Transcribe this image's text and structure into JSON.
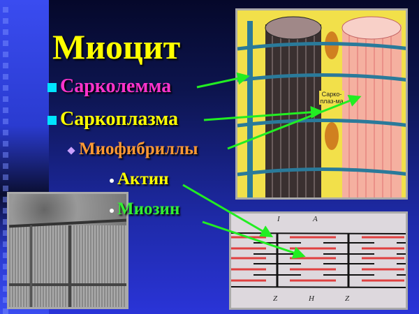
{
  "title": "Миоцит",
  "bullets": [
    {
      "text": "Сарколемма",
      "color": "#ff33cc",
      "marker": "square"
    },
    {
      "text": "Саркоплазма",
      "color": "#ffff00",
      "marker": "square"
    },
    {
      "text": "Миофибриллы",
      "color": "#ff9933",
      "marker": "diamond"
    },
    {
      "text": "Актин",
      "color": "#ffff00",
      "marker": "dot"
    },
    {
      "text": "Миозин",
      "color": "#33ee33",
      "marker": "dot"
    }
  ],
  "illustration": {
    "label": "Сарко-плаз-ма"
  },
  "sarcomere": {
    "labels": {
      "i": "I",
      "a": "A",
      "z1": "Z",
      "h": "H",
      "z2": "Z"
    }
  },
  "colors": {
    "arrow": "#22ee22",
    "title": "#ffff00"
  }
}
